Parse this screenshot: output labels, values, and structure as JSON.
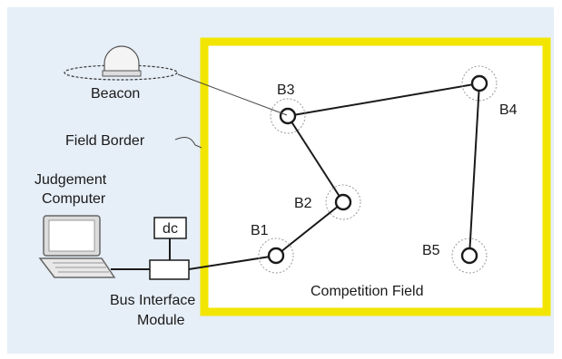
{
  "labels": {
    "beacon": "Beacon",
    "field_border": "Field Border",
    "judgement_computer_line1": "Judgement",
    "judgement_computer_line2": "Computer",
    "dc": "dc",
    "bus_interface_line1": "Bus Interface",
    "bus_interface_line2": "Module",
    "competition_field": "Competition Field"
  },
  "beacons": [
    "B1",
    "B2",
    "B3",
    "B4",
    "B5"
  ],
  "colors": {
    "background": "#e6eef7",
    "field_border": "#f2e600",
    "field": "#ffffff",
    "line": "#1a1a1a",
    "dashed_circle": "#9a9a9a"
  }
}
